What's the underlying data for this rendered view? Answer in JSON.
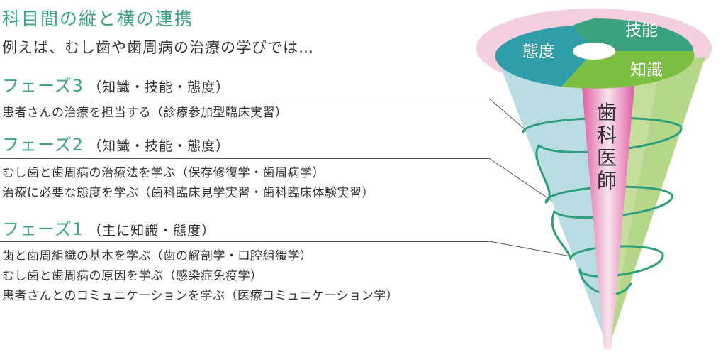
{
  "header": {
    "title": "科目間の縦と横の連携",
    "subtitle": "例えば、むし歯や歯周病の治療の学びでは…"
  },
  "phases": [
    {
      "title": "フェーズ3",
      "subtitle": "（知識・技能・態度）",
      "items": [
        "患者さんの治療を担当する（診療参加型臨床実習）"
      ]
    },
    {
      "title": "フェーズ2",
      "subtitle": "（知識・技能・態度）",
      "items": [
        "むし歯と歯周病の治療法を学ぶ（保存修復学・歯周病学）",
        "治療に必要な態度を学ぶ（歯科臨床見学実習・歯科臨床体験実習）"
      ]
    },
    {
      "title": "フェーズ1",
      "subtitle": "（主に知識・態度）",
      "items": [
        "歯と歯周組織の基本を学ぶ（歯の解剖学・口腔組織学）",
        "むし歯と歯周病の原因を学ぶ（感染症免疫学）",
        "患者さんとのコミュニケーションを学ぶ（医療コミュニケーション学）"
      ]
    }
  ],
  "cone": {
    "segments": {
      "attitude": "態度",
      "skill": "技能",
      "knowledge": "知識"
    },
    "core_label": [
      "歯",
      "科",
      "医",
      "師"
    ],
    "colors": {
      "attitude": "#2f9ea8",
      "skill": "#3aa27e",
      "knowledge": "#7cbf43",
      "ring": "#f0c8dc",
      "core": "#d9519a",
      "spiral": "#2e9e7c"
    }
  }
}
